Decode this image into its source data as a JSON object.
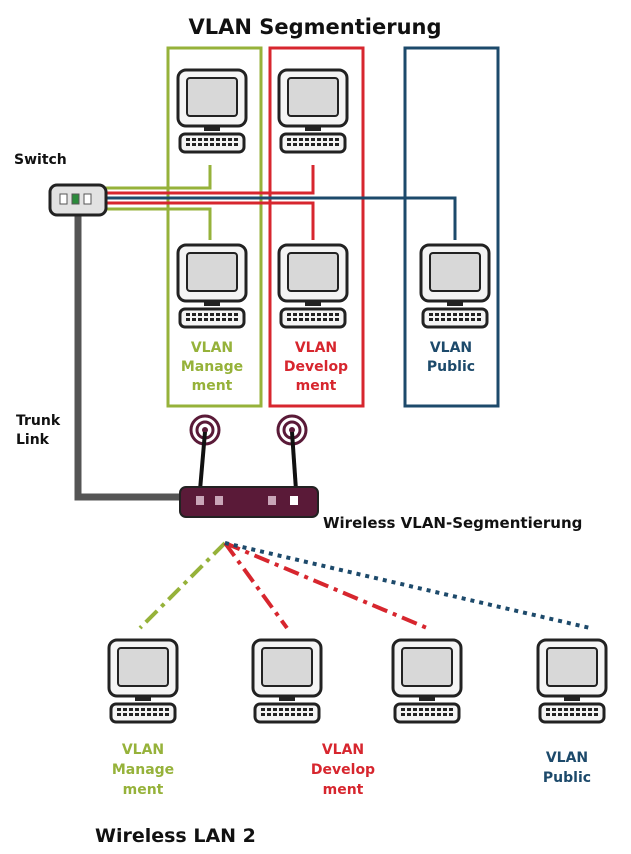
{
  "title": "VLAN Segmentierung",
  "switch_label": "Switch",
  "trunk_label": [
    "Trunk",
    "Link"
  ],
  "wireless_label": "Wireless VLAN-Segmentierung",
  "bottom_title": "Wireless LAN 2",
  "colors": {
    "management": "#96b23a",
    "development": "#d7262e",
    "public": "#1d4a6b",
    "trunk": "#555555",
    "router": "#5a1a38",
    "monitor_fill": "#d8d8d8",
    "outline": "#222222"
  },
  "wired_vlans": {
    "management": {
      "lines": [
        "VLAN",
        "Manage",
        "ment"
      ]
    },
    "development": {
      "lines": [
        "VLAN",
        "Develop",
        "ment"
      ]
    },
    "public": {
      "lines": [
        "VLAN",
        "Public"
      ]
    }
  },
  "wireless_vlans": {
    "management": {
      "lines": [
        "VLAN",
        "Manage",
        "ment"
      ]
    },
    "development": {
      "lines": [
        "VLAN",
        "Develop",
        "ment"
      ]
    },
    "public": {
      "lines": [
        "VLAN",
        "Public"
      ]
    }
  },
  "icons": [
    "switch-icon",
    "computer-icon",
    "wireless-router-icon",
    "antenna-signal-icon"
  ]
}
